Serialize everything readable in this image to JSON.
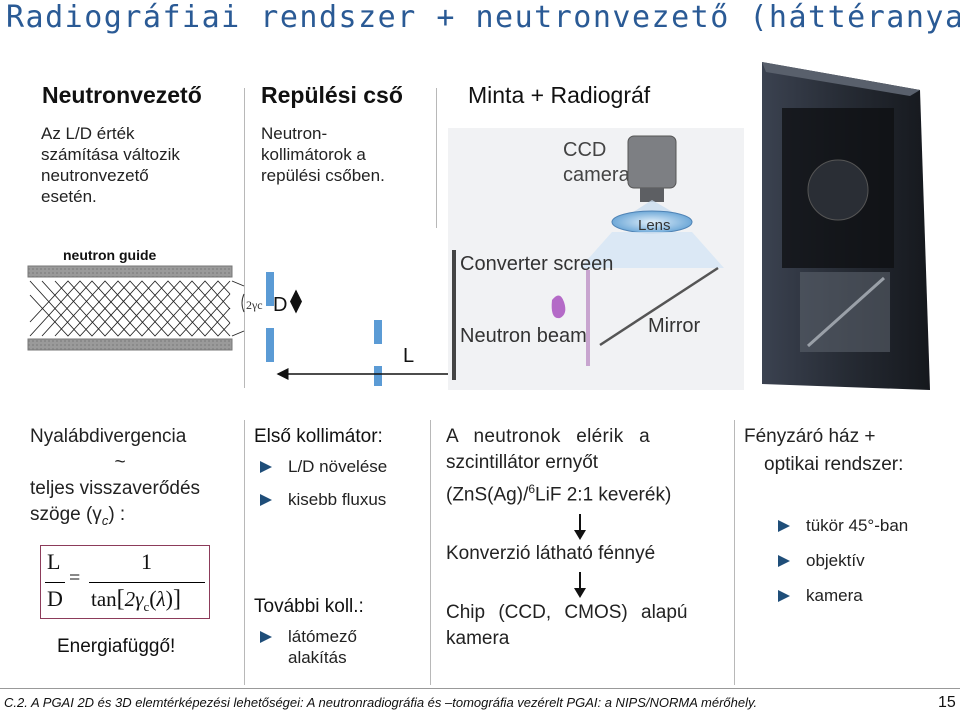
{
  "title": "Radiográfiai rendszer + neutronvezető (háttéranyag)",
  "columns": {
    "guide": {
      "heading": "Neutronvezető",
      "desc": [
        "Az L/D érték",
        "számítása változik",
        "neutronvezető",
        "esetén."
      ]
    },
    "flight": {
      "heading": "Repülési cső",
      "desc": [
        "Neutron-",
        "kollimátorok a",
        "repülési csőben."
      ]
    },
    "sample": {
      "heading": "Minta + Radiográf"
    }
  },
  "diagram": {
    "neutron_guide_label": "neutron guide",
    "angle_label": "2γc",
    "D_label": "D",
    "L_label": "L",
    "ccd_label_1": "CCD",
    "ccd_label_2": "camera",
    "lens_label": "Lens",
    "converter_label": "Converter screen",
    "beam_label": "Neutron beam",
    "mirror_label": "Mirror"
  },
  "bottom": {
    "col1": {
      "line1": "Nyalábdivergencia",
      "line2": "~",
      "line3": "teljes visszaverődés",
      "line4_a": "szöge (γ",
      "line4_sub": "c",
      "line4_b": ") :",
      "formula": {
        "L": "L",
        "D": "D",
        "eq": "=",
        "one": "1",
        "tan": "tan",
        "two_gamma": "2γ",
        "sub_c": "c",
        "lambda": "λ"
      },
      "energy": "Energiafüggő!"
    },
    "col2": {
      "head1": "Első kollimátor:",
      "bullets1": [
        "L/D növelése",
        "kisebb fluxus"
      ],
      "head2": "További koll.:",
      "bullets2": [
        "látómező alakítás"
      ]
    },
    "col3": {
      "line1": "A neutronok elérik a",
      "line2": "szcintillátor ernyőt",
      "line3_a": "(ZnS(Ag)/",
      "line3_sup": "6",
      "line3_b": "LiF 2:1 keverék)",
      "line4": "Konverzió látható fénnyé",
      "line5": "Chip (CCD, CMOS) alapú",
      "line6": "kamera"
    },
    "col4": {
      "head1": "Fényzáró ház +",
      "head2": "optikai rendszer:",
      "bullets": [
        "tükör 45°-ban",
        "objektív",
        "kamera"
      ]
    }
  },
  "footer": {
    "text": "C.2. A PGAI 2D és 3D elemtérképezési lehetőségei: A neutronradiográfia és –tomográfia vezérelt PGAI: a NIPS/NORMA mérőhely.",
    "page": "15"
  }
}
